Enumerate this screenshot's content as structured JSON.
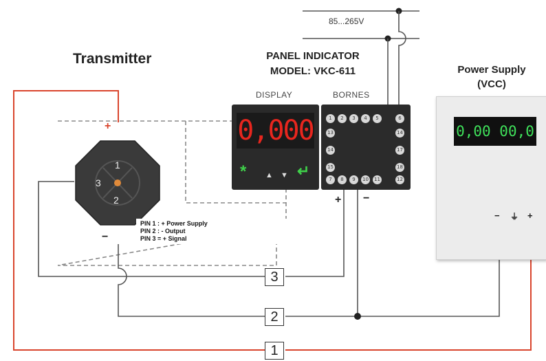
{
  "titles": {
    "transmitter": "Transmitter",
    "panel_line1": "PANEL INDICATOR",
    "panel_line2": "MODEL: VKC-611",
    "psu_line1": "Power Supply",
    "psu_line2": "(VCC)"
  },
  "panel": {
    "display_label": "DISPLAY",
    "bornes_label": "BORNES",
    "reading": "0,000",
    "star_key": "*",
    "up_key": "▲",
    "down_key": "▼",
    "enter_key": "↵",
    "terminals_top": [
      "1",
      "2",
      "3",
      "4",
      "5",
      "6"
    ],
    "terminals_left": [
      "13",
      "14",
      "15"
    ],
    "terminals_right": [
      "14",
      "17",
      "18"
    ],
    "terminals_bottom": [
      "7",
      "8",
      "9",
      "10",
      "11",
      "12"
    ],
    "plus": "+",
    "minus": "−"
  },
  "mains": {
    "voltage": "85...265V"
  },
  "transmitter": {
    "pin1": "1",
    "pin2": "2",
    "pin3": "3",
    "plus": "+",
    "minus": "−",
    "pin_legend": [
      "PIN 1 : + Power Supply",
      "PIN 2 : - Output",
      "PIN 3 = + Signal"
    ]
  },
  "psu": {
    "display": "0,00  00,0",
    "minus": "−",
    "ground": "⏚",
    "plus": "+"
  },
  "wires": {
    "labels": [
      "3",
      "2",
      "1"
    ]
  },
  "colors": {
    "power_wire": "#d9442c",
    "signal_wire": "#555555",
    "display_digits": "#e8261e",
    "psu_digits": "#3fe05a"
  }
}
